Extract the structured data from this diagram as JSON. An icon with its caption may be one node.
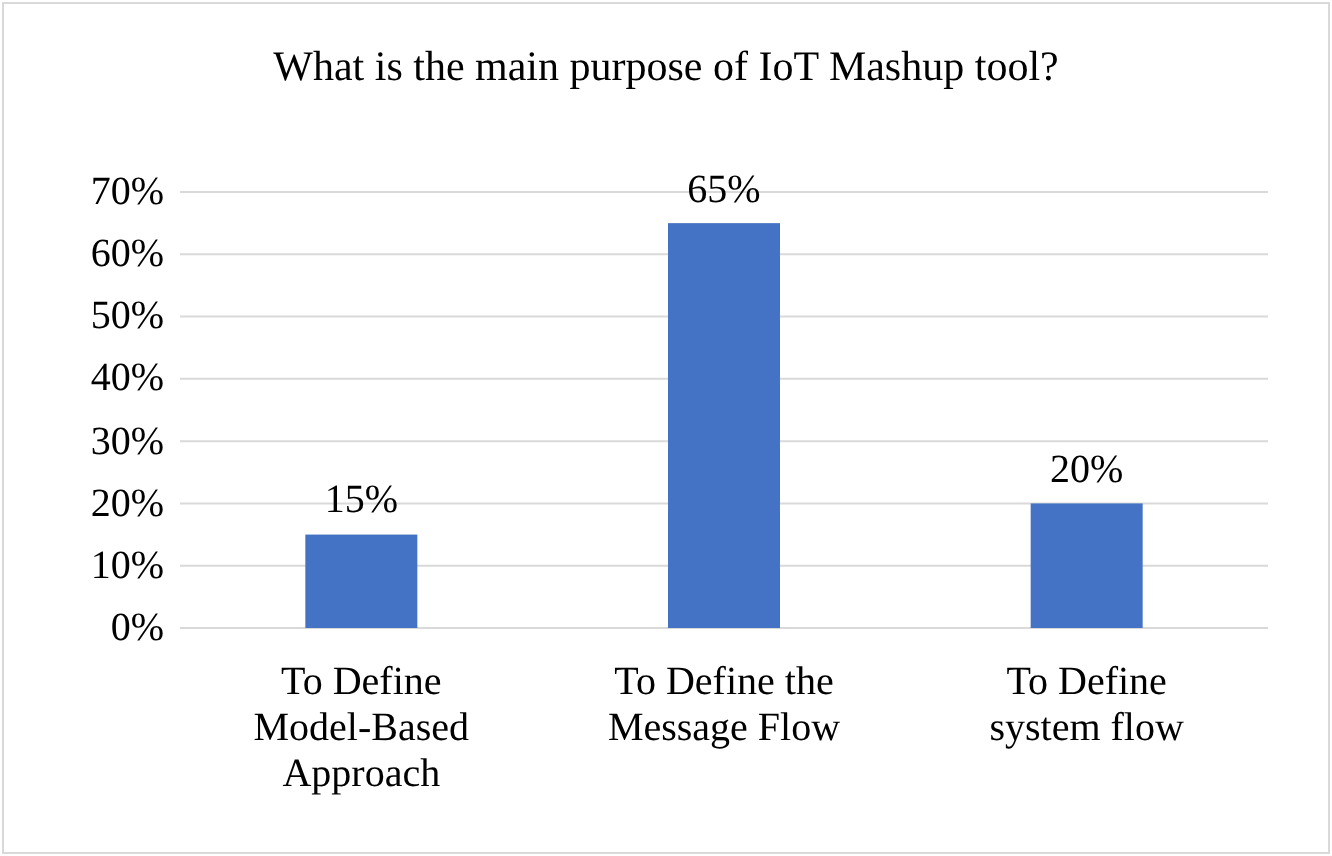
{
  "diagram": {
    "chart_data": {
      "type": "bar",
      "title": "What is the main purpose of IoT Mashup tool?",
      "categories": [
        "To Define Model-Based Approach",
        "To Define the Message Flow",
        "To Define system flow"
      ],
      "series": [
        {
          "color": "#4472c4",
          "values": [
            15,
            65,
            20
          ]
        }
      ],
      "ylim": [
        0,
        70
      ],
      "grid": true,
      "yticks": [
        {
          "value": 0,
          "label": "0%"
        },
        {
          "value": 10,
          "label": "10%"
        },
        {
          "value": 20,
          "label": "20%"
        },
        {
          "value": 30,
          "label": "30%"
        },
        {
          "value": 40,
          "label": "40%"
        },
        {
          "value": 50,
          "label": "50%"
        },
        {
          "value": 60,
          "label": "60%"
        },
        {
          "value": 70,
          "label": "70%"
        }
      ],
      "value_labels": [
        "15%",
        "65%",
        "20%"
      ]
    }
  }
}
